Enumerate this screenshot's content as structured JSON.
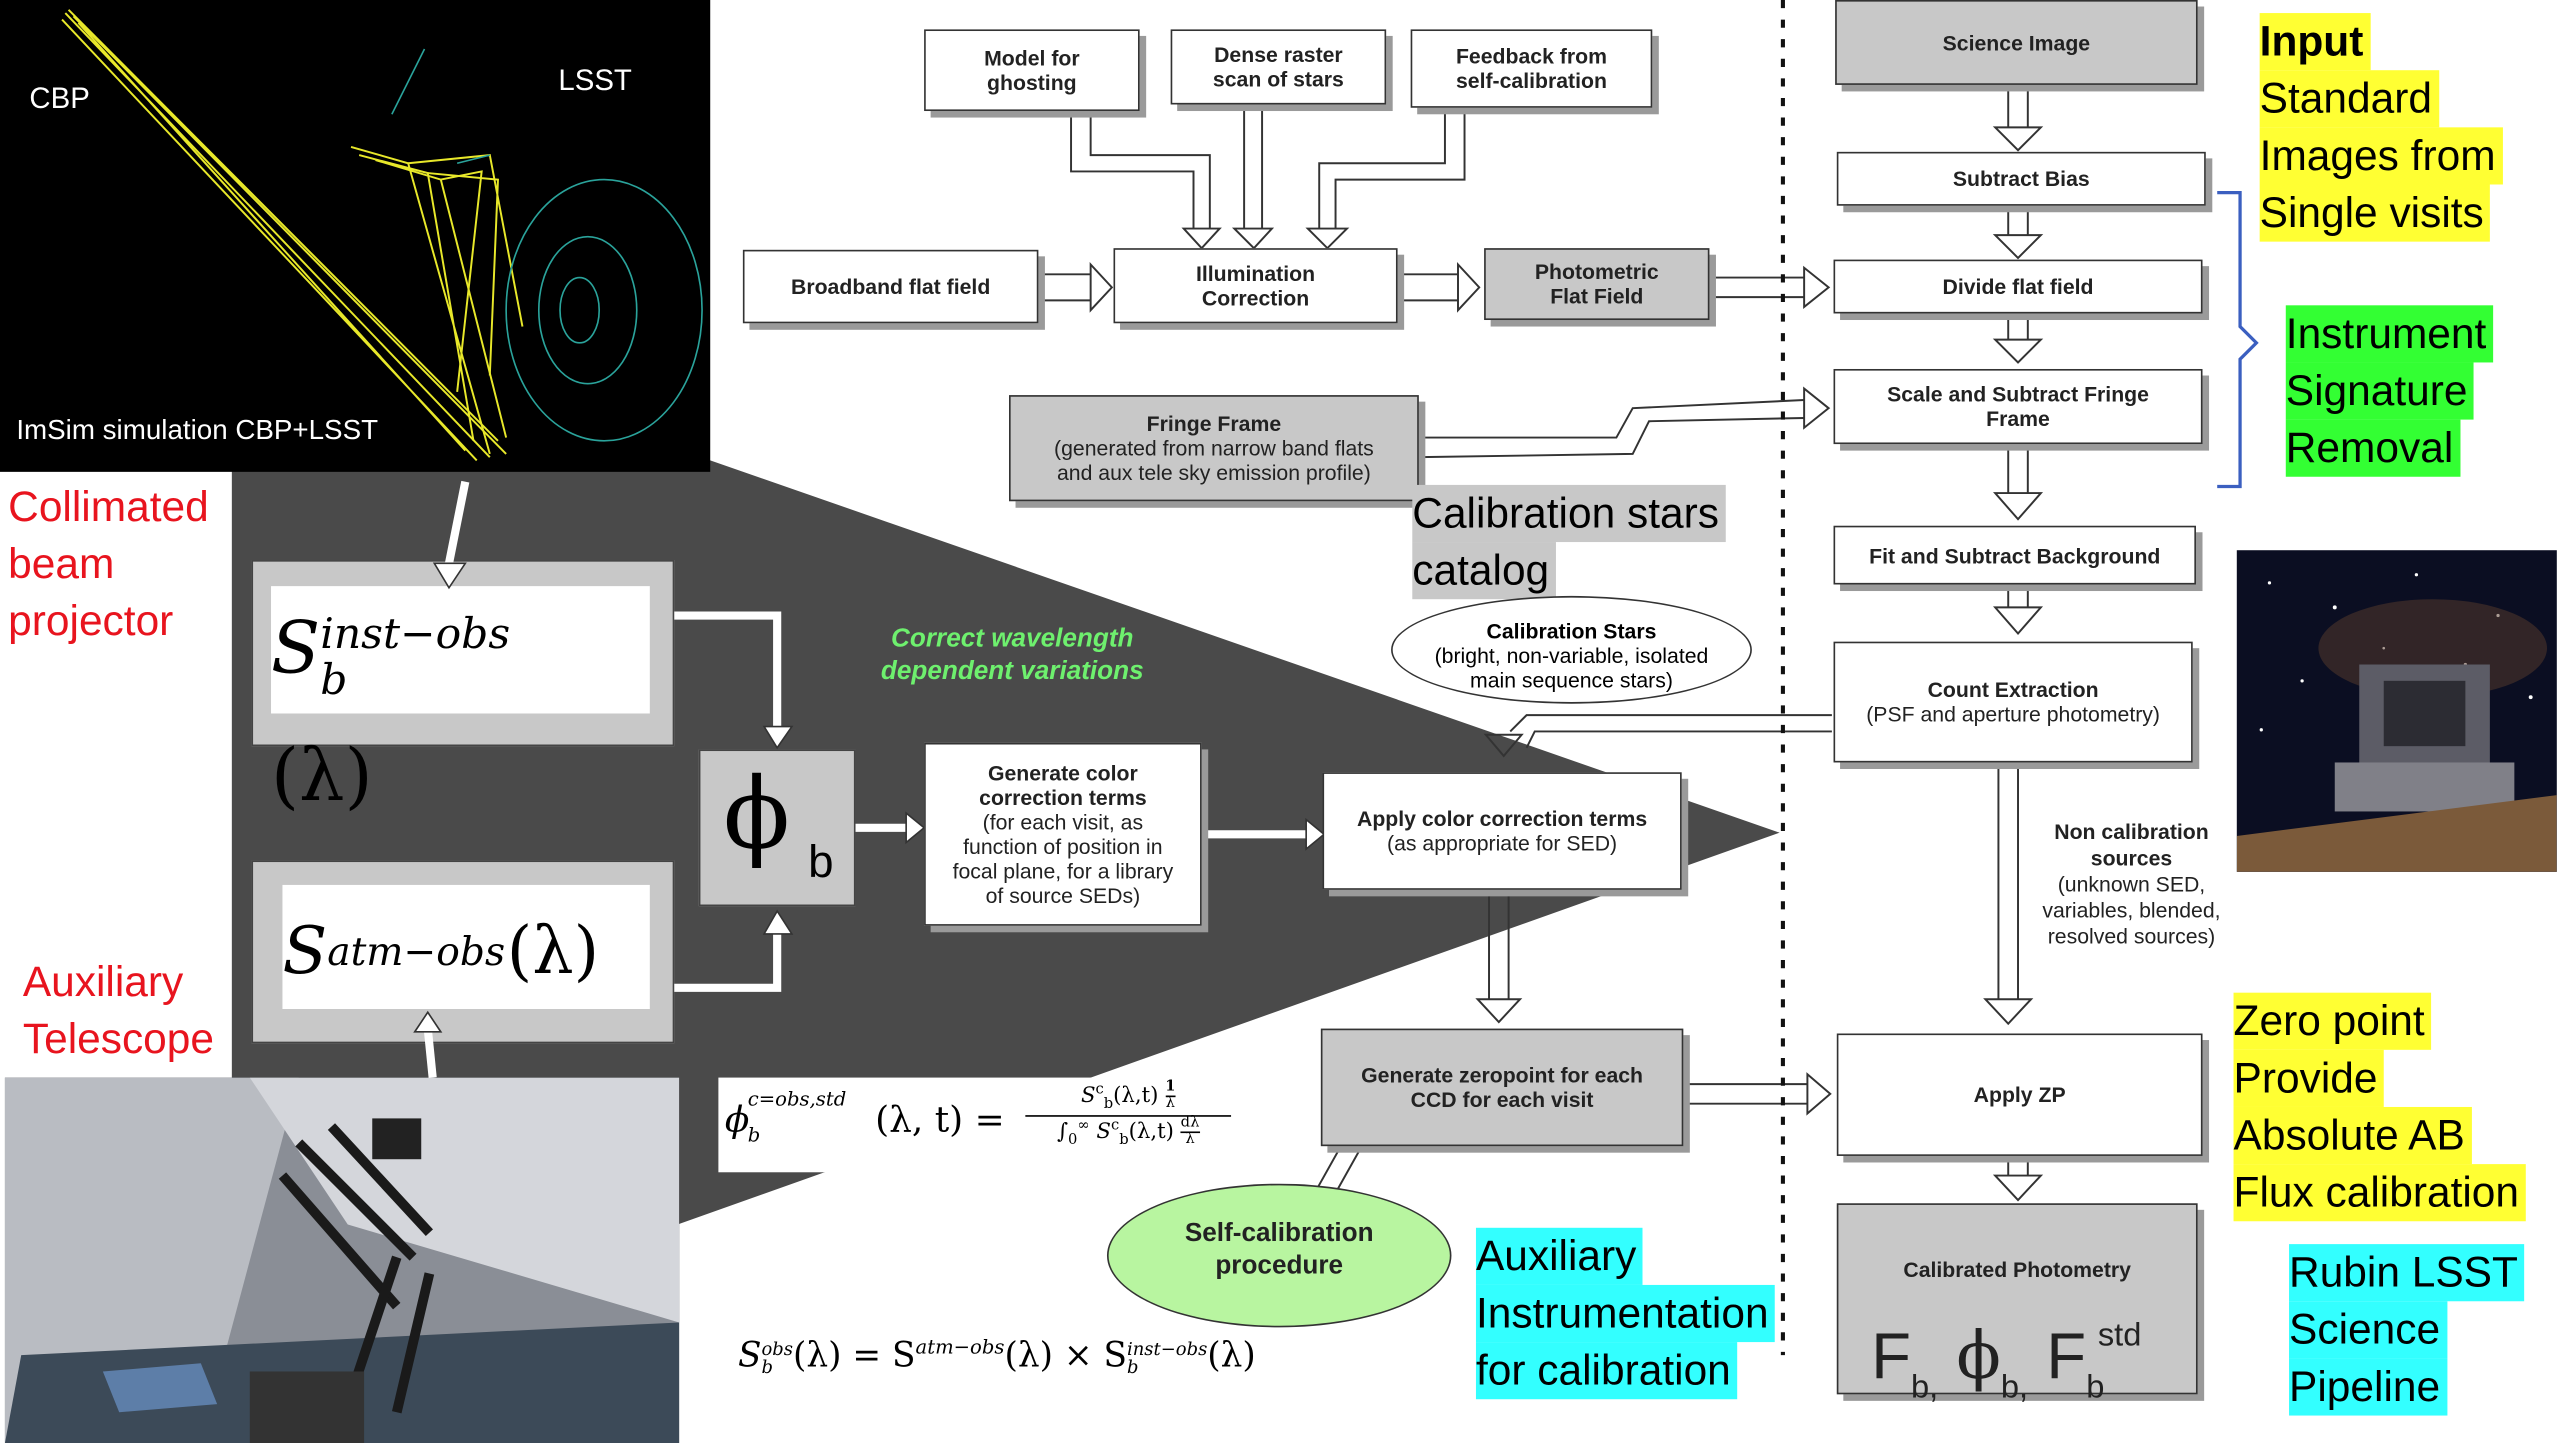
{
  "inset_top": {
    "labels": {
      "cbp": "CBP",
      "lsst": "LSST",
      "caption": "ImSim simulation CBP+LSST"
    }
  },
  "left_labels": {
    "collimated": [
      "Collimated",
      "beam",
      "projector"
    ],
    "auxiliary": [
      "Auxiliary",
      "Telescope"
    ]
  },
  "pipeline_boxes": {
    "model_ghosting": [
      "Model for",
      "ghosting"
    ],
    "dense_raster": [
      "Dense raster",
      "scan of stars"
    ],
    "feedback": [
      "Feedback from",
      "self-calibration"
    ],
    "broadband": "Broadband flat field",
    "illumination": [
      "Illumination",
      "Correction"
    ],
    "photometric": [
      "Photometric",
      "Flat Field"
    ],
    "fringe_title": "Fringe Frame",
    "fringe_sub": [
      "(generated from narrow band flats",
      "and aux tele sky emission profile)"
    ],
    "calib_stars_title": "Calibration Stars",
    "calib_stars_sub": [
      "(bright, non-variable, isolated",
      "main sequence stars)"
    ],
    "science_image": "Science Image",
    "subtract_bias": "Subtract Bias",
    "divide_flat": "Divide flat field",
    "scale_fringe": [
      "Scale and Subtract Fringe",
      "Frame"
    ],
    "fit_background": "Fit and Subtract Background",
    "count_title": "Count Extraction",
    "count_sub": "(PSF and aperture photometry)",
    "non_calib_title": [
      "Non calibration",
      "sources"
    ],
    "non_calib_sub": [
      "(unknown SED,",
      "variables,  blended,",
      "resolved sources)"
    ],
    "apply_zp": "Apply ZP",
    "calibrated_title": "Calibrated Photometry",
    "calibrated_symbols": {
      "f1": "F",
      "s1": "b,",
      "phi": "ϕ",
      "s2": "b,",
      "f2": "F",
      "s3": "b",
      "std": "std"
    },
    "apply_color_title": "Apply color correction terms",
    "apply_color_sub": "(as appropriate for SED)",
    "gen_color_title": [
      "Generate color",
      "correction terms"
    ],
    "gen_color_sub": [
      "(for each visit, as",
      "function of position in",
      "focal plane, for a library",
      "of source SEDs)"
    ],
    "gen_zp": [
      "Generate zeropoint for each",
      "CCD for each visit"
    ],
    "self_calib": [
      "Self-calibration",
      "procedure"
    ]
  },
  "triangle_text": [
    "Correct wavelength",
    "dependent variations"
  ],
  "math": {
    "s_inst": {
      "base": "S",
      "sub": "b",
      "sup": "inst−obs",
      "arg": "(λ)"
    },
    "s_atm": {
      "base": "S",
      "sup": "atm−obs",
      "arg": "(λ)"
    },
    "phi": {
      "base": "ϕ",
      "sub": "b"
    },
    "formula_phi": {
      "lhs": "ϕ",
      "lhs_sup": "c=obs,std",
      "lhs_sub": "b",
      "lhs_arg": "(λ, t) =",
      "num": "S",
      "num_sup": "c",
      "num_sub": "b",
      "num_arg": "(λ,t)",
      "num_frac_num": "1",
      "num_frac_den": "λ",
      "den": "∫",
      "den_lo": "0",
      "den_hi": "∞",
      "den_s": "S",
      "den_sup": "c",
      "den_sub": "b",
      "den_arg": "(λ,t)",
      "den_frac_num": "dλ",
      "den_frac_den": "λ"
    },
    "formula_s": {
      "lhs": "S",
      "lhs_sup": "obs",
      "lhs_sub": "b",
      "lhs_arg": "(λ) = S",
      "m_sup": "atm−obs",
      "m_arg": "(λ) × S",
      "r_sup": "inst−obs",
      "r_sub": "b",
      "r_arg": "(λ)"
    }
  },
  "right_labels": {
    "input": [
      "Input",
      "Standard",
      "Images from",
      "Single visits"
    ],
    "instrument": [
      "Instrument",
      "Signature",
      "Removal"
    ],
    "calib_catalog": [
      "Calibration stars",
      "catalog"
    ],
    "zero_point": [
      "Zero point",
      "Provide",
      "Absolute AB",
      "Flux calibration"
    ],
    "aux_instr": [
      "Auxiliary",
      "Instrumentation",
      "for calibration"
    ],
    "rubin": [
      "Rubin LSST",
      "Science",
      "Pipeline"
    ]
  },
  "colors": {
    "triangle": "#4a4a4a",
    "green_text": "#6ef06e",
    "yellow": "#ffff33",
    "green": "#33ff33",
    "cyan": "#33ffff",
    "red": "#e8141e",
    "ellipse_green": "#b8f5a0"
  }
}
